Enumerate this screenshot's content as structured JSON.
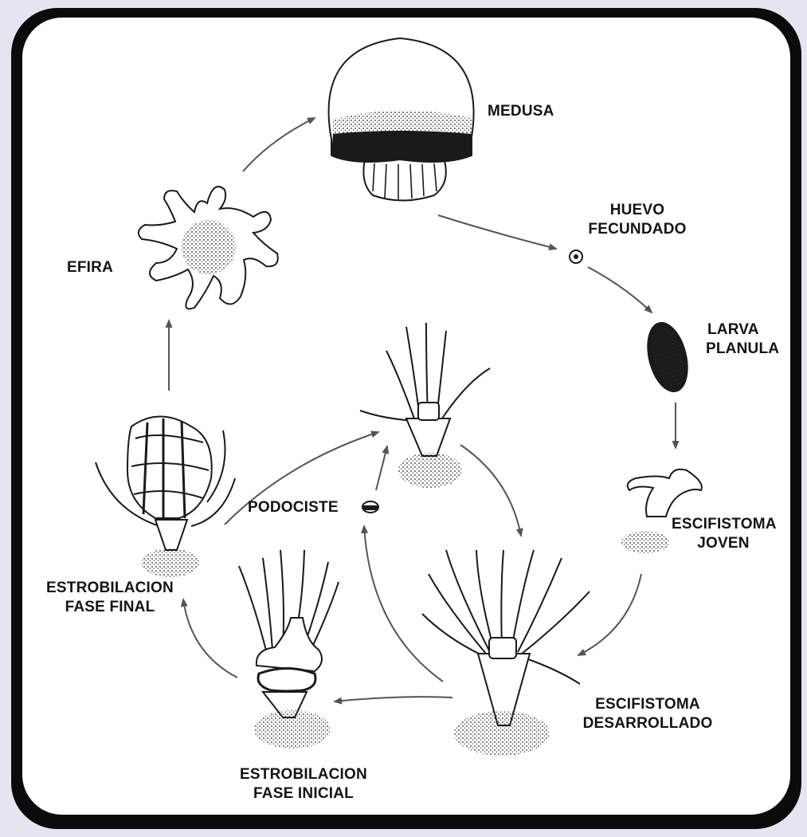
{
  "stages": {
    "medusa": "MEDUSA",
    "huevo": [
      "HUEVO",
      "FECUNDADO"
    ],
    "larva": [
      "LARVA",
      "PLANULA"
    ],
    "escifistoma_joven": [
      "ESCIFISTOMA",
      "JOVEN"
    ],
    "escifistoma_desarrollado": [
      "ESCIFISTOMA",
      "DESARROLLADO"
    ],
    "estrobilacion_inicial": [
      "ESTROBILACION",
      "FASE INICIAL"
    ],
    "estrobilacion_final": [
      "ESTROBILACION",
      "FASE FINAL"
    ],
    "efira": "EFIRA",
    "podociste": "PODOCISTE"
  },
  "colors": {
    "frame": "#0b0b0b",
    "background": "#e6e4f1",
    "arrow": "#555555",
    "ink": "#1a1a1a"
  }
}
